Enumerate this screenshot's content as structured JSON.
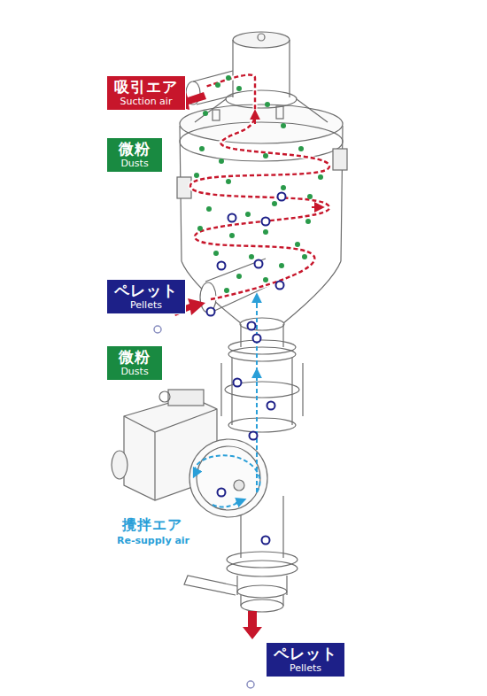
{
  "diagram": {
    "nodes": [
      {
        "text": [
          "吸引エア",
          "Suction air"
        ]
      },
      {
        "text": [
          "微粉",
          "Dusts"
        ]
      },
      {
        "text": [
          "ペレット",
          "Pellets"
        ]
      },
      {
        "text": [
          "微粉",
          "Dusts"
        ]
      },
      {
        "text": [
          "ペレット",
          "Pellets"
        ]
      }
    ],
    "labels": [
      "攪拌エア",
      "Re-supply air"
    ]
  }
}
